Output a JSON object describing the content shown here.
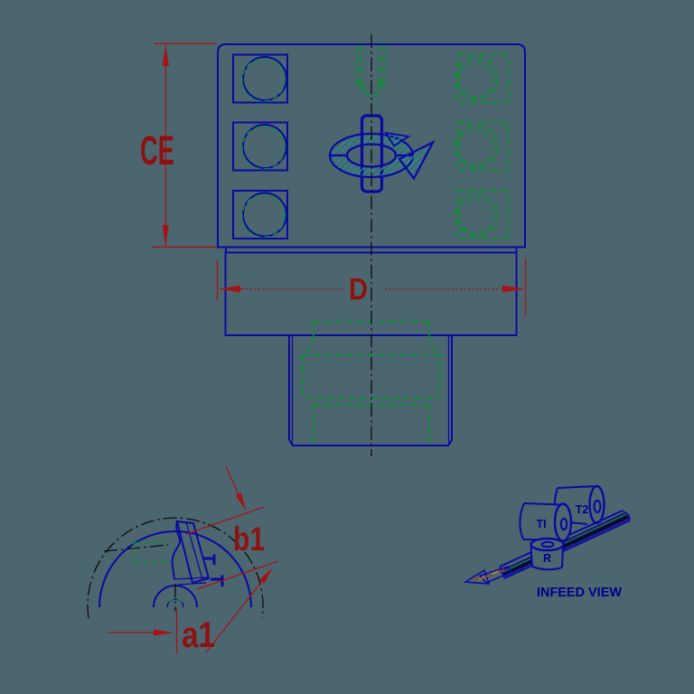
{
  "colors": {
    "background": "#4C6670",
    "outline_blue": "#0A0AA0",
    "hidden_green": "#009828",
    "dimension_red": "#A31414",
    "dimension_text_red": "#8C1212",
    "centerline_black": "#0B0B0B",
    "hatch_teal": "#1E8F8F",
    "label_blue": "#00008B"
  },
  "front_view": {
    "height_dim_label": "CE",
    "width_dim_label": "D"
  },
  "detail_view": {
    "width_dim_label": "b1",
    "offset_dim_label": "a1"
  },
  "infeed_view": {
    "caption": "INFEED VIEW",
    "tool1_label": "TI",
    "tool2_label": "T2",
    "roller_label": "R"
  }
}
